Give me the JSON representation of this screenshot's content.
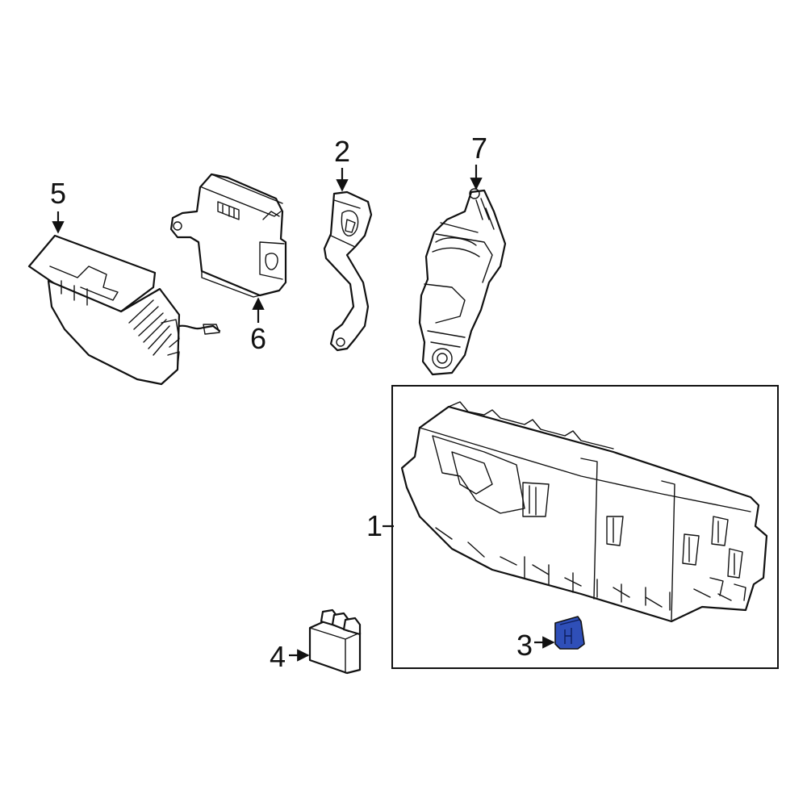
{
  "callouts": {
    "c1": "1",
    "c2": "2",
    "c3": "3",
    "c4": "4",
    "c5": "5",
    "c6": "6",
    "c7": "7"
  },
  "colors": {
    "highlight": "#2f4fb8",
    "line": "#111111"
  }
}
